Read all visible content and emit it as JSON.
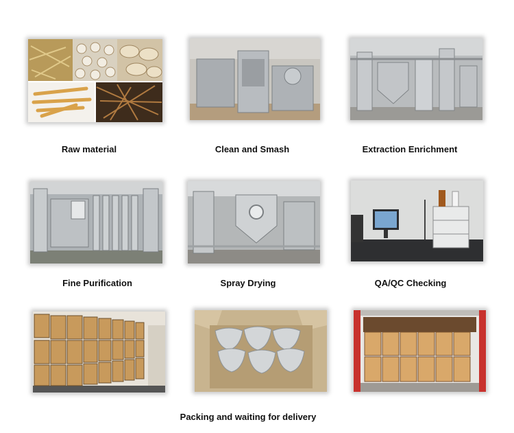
{
  "steps": [
    {
      "label": "Raw material"
    },
    {
      "label": "Clean and Smash"
    },
    {
      "label": "Extraction Enrichment"
    },
    {
      "label": "Fine Purification"
    },
    {
      "label": "Spray Drying"
    },
    {
      "label": "QA/QC Checking"
    }
  ],
  "packing": {
    "label": "Packing and waiting for delivery"
  }
}
